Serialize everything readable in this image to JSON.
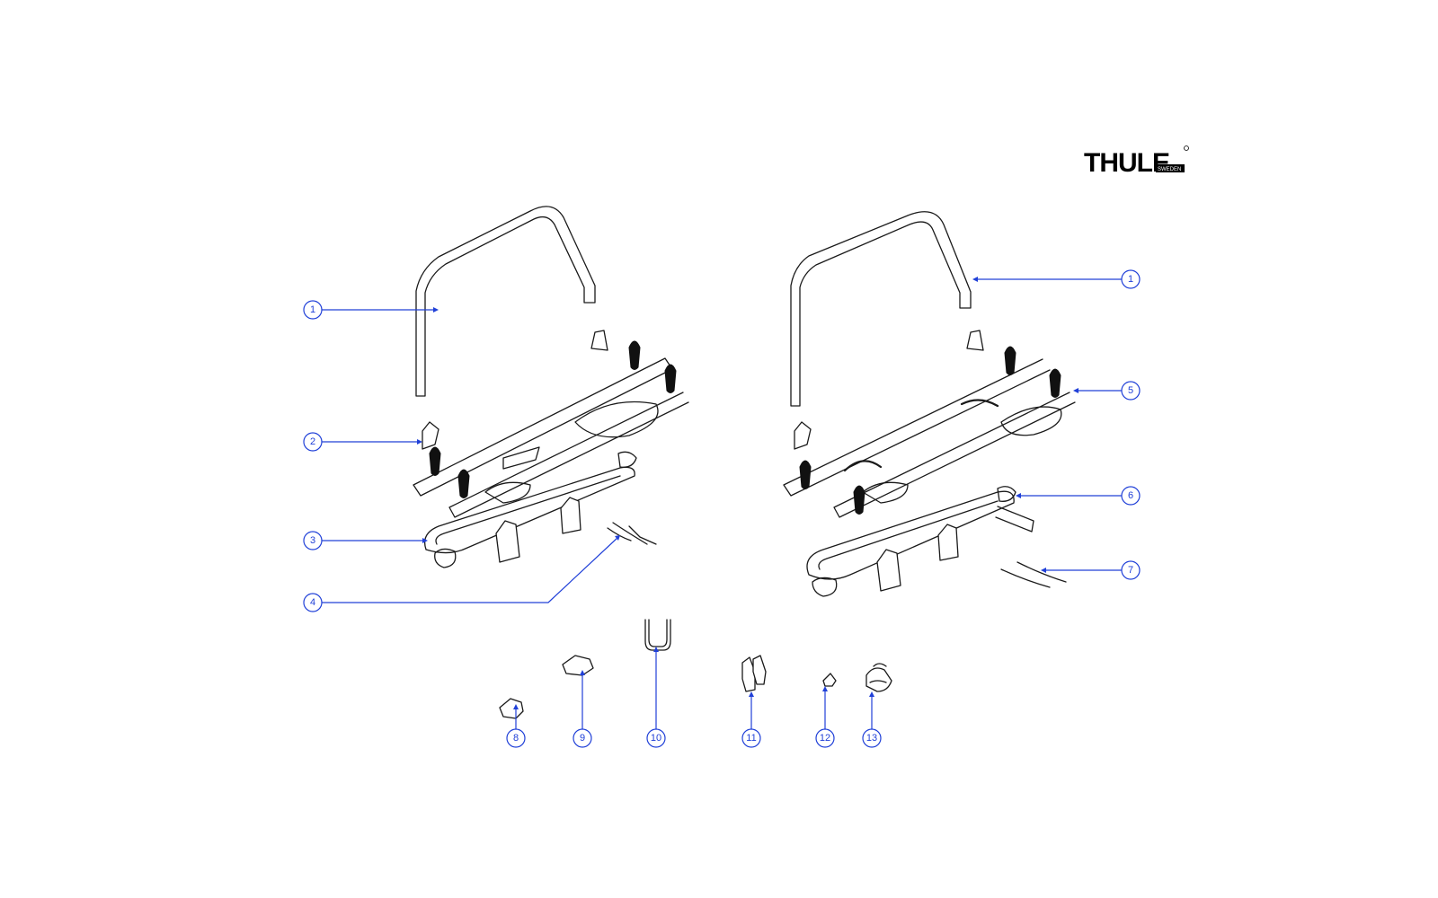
{
  "logo": {
    "brand": "THULE",
    "subtitle": "SWEDEN"
  },
  "callouts": [
    {
      "id": "callout-1-left",
      "label": "1"
    },
    {
      "id": "callout-2",
      "label": "2"
    },
    {
      "id": "callout-3",
      "label": "3"
    },
    {
      "id": "callout-4",
      "label": "4"
    },
    {
      "id": "callout-1-right",
      "label": "1"
    },
    {
      "id": "callout-5",
      "label": "5"
    },
    {
      "id": "callout-6",
      "label": "6"
    },
    {
      "id": "callout-7",
      "label": "7"
    },
    {
      "id": "callout-8",
      "label": "8"
    },
    {
      "id": "callout-9",
      "label": "9"
    },
    {
      "id": "callout-10",
      "label": "10"
    },
    {
      "id": "callout-11",
      "label": "11"
    },
    {
      "id": "callout-12",
      "label": "12"
    },
    {
      "id": "callout-13",
      "label": "13"
    }
  ],
  "colors": {
    "leader": "#2040d8",
    "line_art": "#1a1a1a",
    "background": "#ffffff"
  }
}
